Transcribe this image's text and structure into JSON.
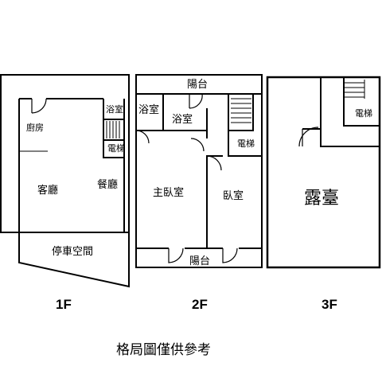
{
  "floors": {
    "f1": {
      "label": "1F",
      "rooms": {
        "kitchen": "廚房",
        "bathroom": "浴室",
        "elevator": "電梯",
        "living_room": "客廳",
        "dining_room": "餐廳",
        "parking": "停車空間"
      }
    },
    "f2": {
      "label": "2F",
      "rooms": {
        "balcony_top": "陽台",
        "bathroom_1": "浴室",
        "bathroom_2": "浴室",
        "elevator": "電梯",
        "master_bedroom": "主臥室",
        "bedroom": "臥室",
        "balcony_bottom": "陽台"
      }
    },
    "f3": {
      "label": "3F",
      "rooms": {
        "elevator": "電梯",
        "terrace": "露臺"
      }
    }
  },
  "caption": "格局圖僅供參考"
}
